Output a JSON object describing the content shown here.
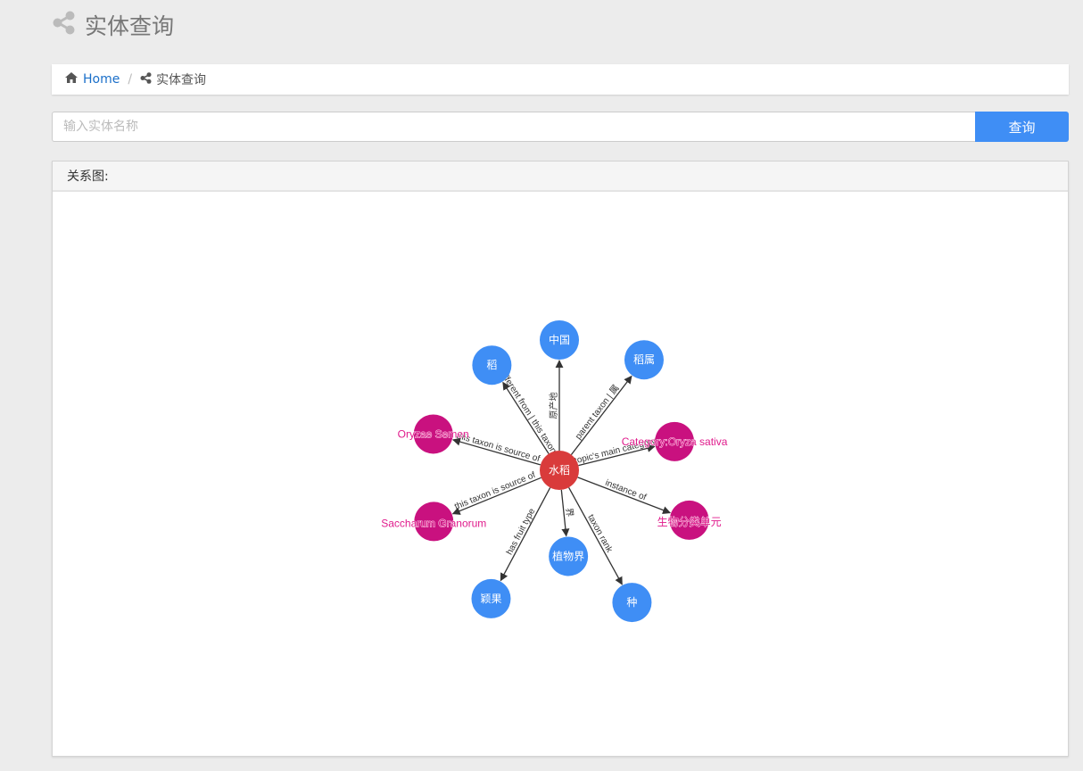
{
  "header": {
    "title": "实体查询",
    "icon": "share-alt-icon"
  },
  "breadcrumb": {
    "home_label": "Home",
    "separator": "/",
    "current_label": "实体查询"
  },
  "search": {
    "placeholder": "输入实体名称",
    "value": "",
    "button_label": "查询"
  },
  "panel": {
    "heading": "关系图:"
  },
  "colors": {
    "center": "#d93b3b",
    "entity": "#3f8ef5",
    "concept": "#c9117f",
    "accent": "#3f8ef5"
  },
  "graph": {
    "center": {
      "id": "center",
      "label": "水稻"
    },
    "nodes": [
      {
        "id": "china",
        "label": "中国",
        "kind": "entity",
        "edge_label": "原产地",
        "angle": -90,
        "dist": 146,
        "label_below": false
      },
      {
        "id": "oryza",
        "label": "稻属",
        "kind": "entity",
        "edge_label": "parent taxon | 属",
        "angle": -52.5,
        "dist": 156,
        "label_below": false
      },
      {
        "id": "category",
        "label": "Category:Oryza sativa",
        "kind": "concept",
        "edge_label": "topic's main category",
        "angle": -14,
        "dist": 133,
        "label_below": false
      },
      {
        "id": "taxon",
        "label": "生物分类单元",
        "kind": "concept",
        "edge_label": "instance of",
        "angle": 21,
        "dist": 156,
        "label_below": true
      },
      {
        "id": "species",
        "label": "种",
        "kind": "entity",
        "edge_label": "taxon rank",
        "angle": 61.2,
        "dist": 169,
        "label_below": true
      },
      {
        "id": "plantae",
        "label": "植物界",
        "kind": "entity",
        "edge_label": "界",
        "angle": 84,
        "dist": 97,
        "label_below": true
      },
      {
        "id": "caryopsis",
        "label": "颖果",
        "kind": "entity",
        "edge_label": "has fruit type",
        "angle": 118,
        "dist": 163,
        "label_below": true
      },
      {
        "id": "saccharum",
        "label": "Saccharum Granorum",
        "kind": "concept",
        "edge_label": "this taxon is source of",
        "angle": 157.8,
        "dist": 152,
        "label_below": true
      },
      {
        "id": "oryzae",
        "label": "Oryzae Semen",
        "kind": "concept",
        "edge_label": "this taxon is source of",
        "angle": -164,
        "dist": 147,
        "label_below": false
      },
      {
        "id": "rice",
        "label": "稻",
        "kind": "entity",
        "edge_label": "different from | this taxon is",
        "angle": -122.7,
        "dist": 140,
        "label_below": false
      }
    ]
  }
}
